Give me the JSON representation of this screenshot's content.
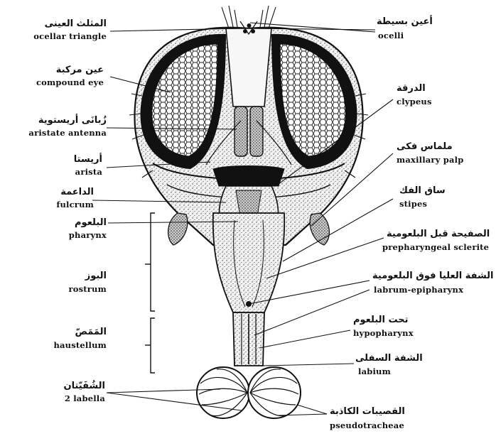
{
  "labels_left": [
    {
      "id": "ocellar-triangle",
      "ar": "المثلث العينى",
      "en": "ocellar triangle"
    },
    {
      "id": "compound-eye",
      "ar": "عين مركبة",
      "en": "compound eye"
    },
    {
      "id": "aristate-antenna",
      "ar": "زُبانَى أريستوية",
      "en": "aristate antenna"
    },
    {
      "id": "arista",
      "ar": "أريستا",
      "en": "arista"
    },
    {
      "id": "fulcrum",
      "ar": "الداعمة",
      "en": "fulcrum"
    },
    {
      "id": "pharynx",
      "ar": "البلعوم",
      "en": "pharynx"
    },
    {
      "id": "rostrum",
      "ar": "البوز",
      "en": "rostrum"
    },
    {
      "id": "haustellum",
      "ar": "المَمَصّ",
      "en": "haustellum"
    },
    {
      "id": "labella",
      "ar": "الشُفَيّتان",
      "en": "2 labella"
    }
  ],
  "labels_right": [
    {
      "id": "ocelli",
      "ar": "أعين بسيطة",
      "en": "ocelli"
    },
    {
      "id": "clypeus",
      "ar": "الدرقة",
      "en": "clypeus"
    },
    {
      "id": "maxillary-palp",
      "ar": "ملماس فكى",
      "en": "maxillary palp"
    },
    {
      "id": "stipes",
      "ar": "ساق الفك",
      "en": "stipes"
    },
    {
      "id": "prepharyngeal-sclerite",
      "ar": "الصفيحة قبل البلعومية",
      "en": "prepharyngeal sclerite"
    },
    {
      "id": "labrum-epipharynx",
      "ar": "الشفة العليا فوق البلعومية",
      "en": "labrum-epipharynx"
    },
    {
      "id": "hypopharynx",
      "ar": "تحت البلعوم",
      "en": "hypopharynx"
    },
    {
      "id": "labium",
      "ar": "الشفة السفلى",
      "en": "labium"
    },
    {
      "id": "pseudotracheae",
      "ar": "القصيبات الكاذبة",
      "en": "pseudotracheae"
    }
  ]
}
